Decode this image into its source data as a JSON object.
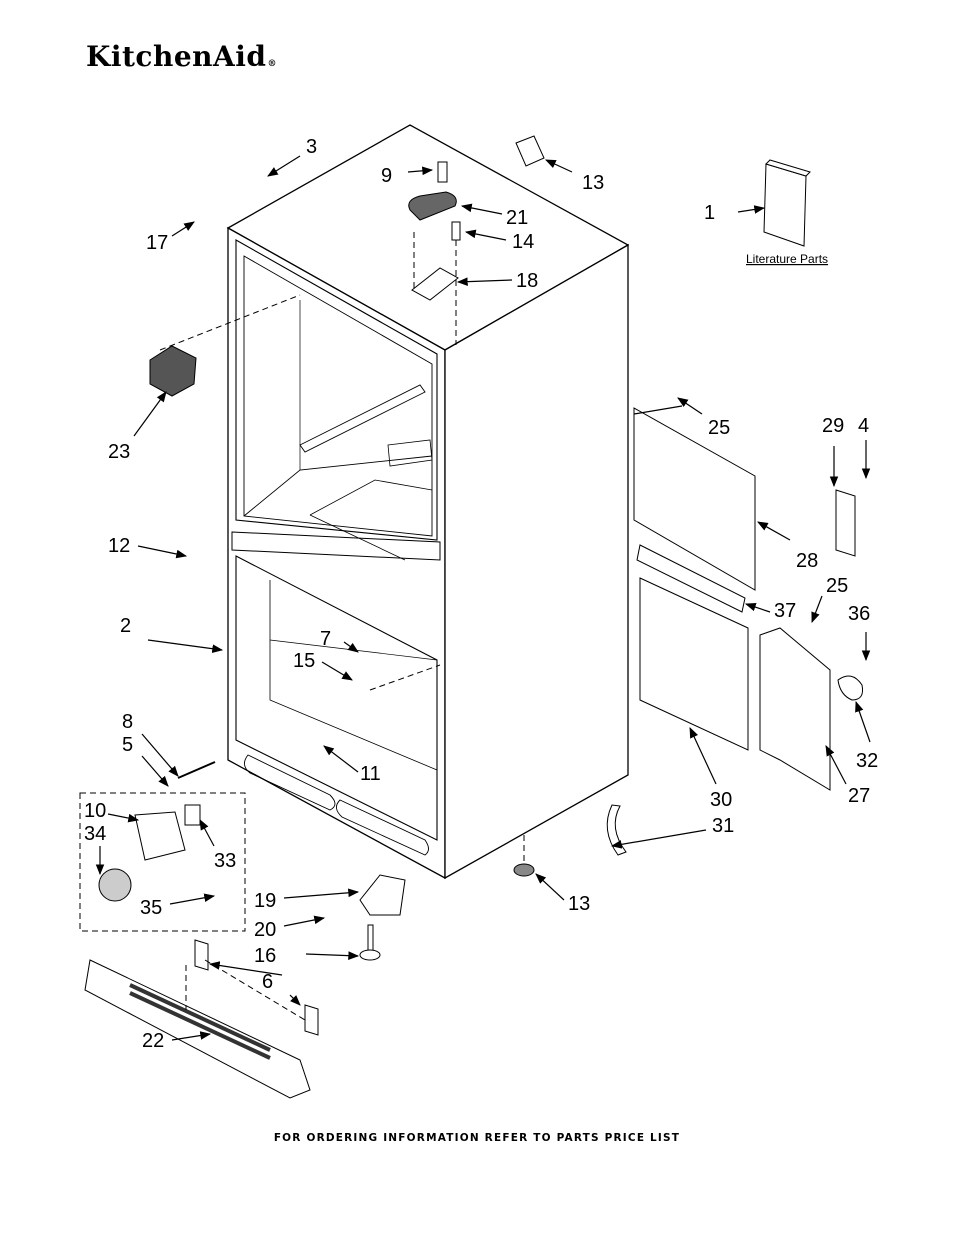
{
  "brand": {
    "name": "KitchenAid",
    "registered_mark": "®"
  },
  "literature_label": "Literature Parts",
  "footer_text": "FOR ORDERING INFORMATION REFER TO PARTS PRICE LIST",
  "callouts": {
    "c1": "1",
    "c2": "2",
    "c3": "3",
    "c4": "4",
    "c5": "5",
    "c6": "6",
    "c7": "7",
    "c8": "8",
    "c9": "9",
    "c10": "10",
    "c11": "11",
    "c12": "12",
    "c13a": "13",
    "c13b": "13",
    "c14": "14",
    "c15": "15",
    "c16": "16",
    "c17": "17",
    "c18": "18",
    "c19": "19",
    "c20": "20",
    "c21": "21",
    "c22": "22",
    "c23": "23",
    "c25a": "25",
    "c25b": "25",
    "c27": "27",
    "c28": "28",
    "c29": "29",
    "c30": "30",
    "c31": "31",
    "c32": "32",
    "c33": "33",
    "c34": "34",
    "c35": "35",
    "c36": "36",
    "c37": "37"
  }
}
